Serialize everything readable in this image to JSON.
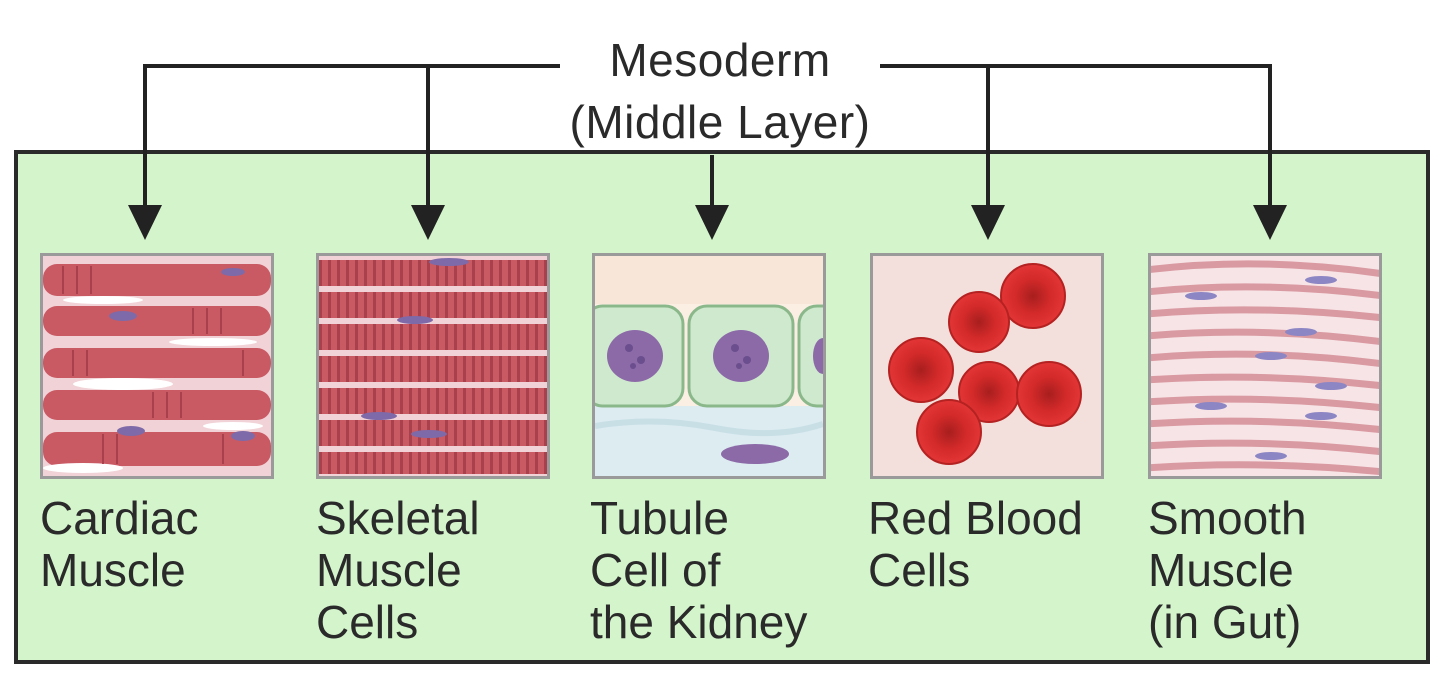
{
  "title": {
    "line1": "Mesoderm",
    "line2": "(Middle Layer)"
  },
  "items": [
    {
      "id": "cardiac-muscle",
      "icon": "cardiac-muscle-icon",
      "lines": [
        "Cardiac",
        "Muscle"
      ]
    },
    {
      "id": "skeletal-muscle-cells",
      "icon": "skeletal-muscle-icon",
      "lines": [
        "Skeletal",
        "Muscle",
        "Cells"
      ]
    },
    {
      "id": "tubule-cell-kidney",
      "icon": "kidney-tubule-icon",
      "lines": [
        "Tubule",
        "Cell of",
        "the Kidney"
      ]
    },
    {
      "id": "red-blood-cells",
      "icon": "red-blood-cell-icon",
      "lines": [
        "Red Blood",
        "Cells"
      ]
    },
    {
      "id": "smooth-muscle",
      "icon": "smooth-muscle-icon",
      "lines": [
        "Smooth",
        "Muscle",
        "(in Gut)"
      ]
    }
  ],
  "colors": {
    "panel": "#d4f5cc",
    "muscle": "#c95a64",
    "blood": "#d42a2a",
    "nucleus": "#7e6aa8"
  }
}
